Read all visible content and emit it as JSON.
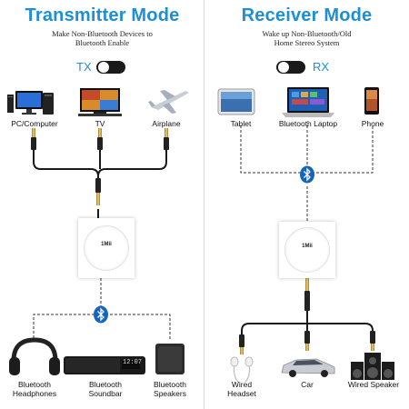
{
  "left": {
    "title": "Transmitter Mode",
    "subtitle_line1": "Make Non-Bluetooth Devices to",
    "subtitle_line2": "Bluetooth Enable",
    "switch_label": "TX",
    "sources": [
      "PC/Computer",
      "TV",
      "Airplane"
    ],
    "outputs": [
      {
        "line1": "Bluetooth",
        "line2": "Headphones"
      },
      {
        "line1": "Bluetooth",
        "line2": "Soundbar"
      },
      {
        "line1": "Bluetooth",
        "line2": "Speakers"
      }
    ],
    "device_brand": "1Mii",
    "soundbar_display": "12:07"
  },
  "right": {
    "title": "Receiver Mode",
    "subtitle_line1": "Wake up Non-Bluetooth/Old",
    "subtitle_line2": "Home Stereo System",
    "switch_label": "RX",
    "sources": [
      "Tablet",
      "Bluetooth Laptop",
      "Phone"
    ],
    "outputs": [
      {
        "line1": "Wired",
        "line2": "Headset"
      },
      {
        "line1": "Car",
        "line2": ""
      },
      {
        "line1": "Wired Speaker",
        "line2": ""
      }
    ],
    "device_brand": "1Mii"
  },
  "colors": {
    "accent": "#1c8fd8",
    "cable": "#1a1a1a",
    "dashed": "#333333",
    "bluetooth": "#1565c0"
  }
}
